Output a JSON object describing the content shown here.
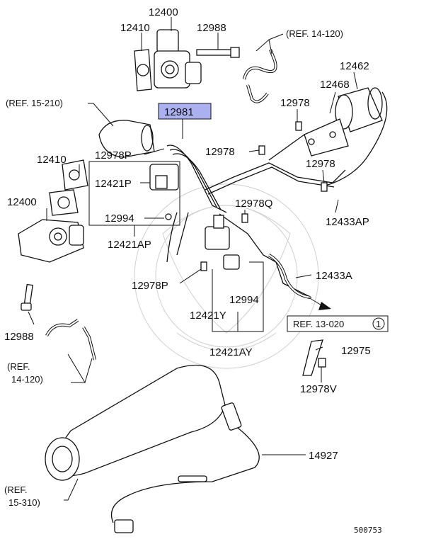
{
  "labels": {
    "p12400_top": "12400",
    "p12410_top": "12410",
    "p12988_top": "12988",
    "ref_14_120_top": "(REF. 14-120)",
    "p12462": "12462",
    "p12468": "12468",
    "p12978_right": "12978",
    "ref_15_210": "(REF. 15-210)",
    "p12981": "12981",
    "p12978_mid": "12978",
    "p12410_left": "12410",
    "p12978P_box": "12978P",
    "p12421P": "12421P",
    "p12978_right2": "12978",
    "p12400_left": "12400",
    "p12994_box": "12994",
    "p12978Q": "12978Q",
    "p12433AP": "12433AP",
    "p12421AP": "12421AP",
    "p12433A": "12433A",
    "p12978P_low": "12978P",
    "p12994_low": "12994",
    "ref_13_020": "REF. 13-020",
    "ref_13_020_circle": "1",
    "p12421Y": "12421Y",
    "p12988_left": "12988",
    "p12421AY": "12421AY",
    "p12975": "12975",
    "ref_14_120_low_a": "(REF.",
    "ref_14_120_low_b": "14-120)",
    "p12978V": "12978V",
    "p14927": "14927",
    "ref_15_310_a": "(REF.",
    "ref_15_310_b": "15-310)",
    "diagram_code": "500753"
  },
  "colors": {
    "highlight_fill": "#aab0f0",
    "line": "#111111"
  }
}
